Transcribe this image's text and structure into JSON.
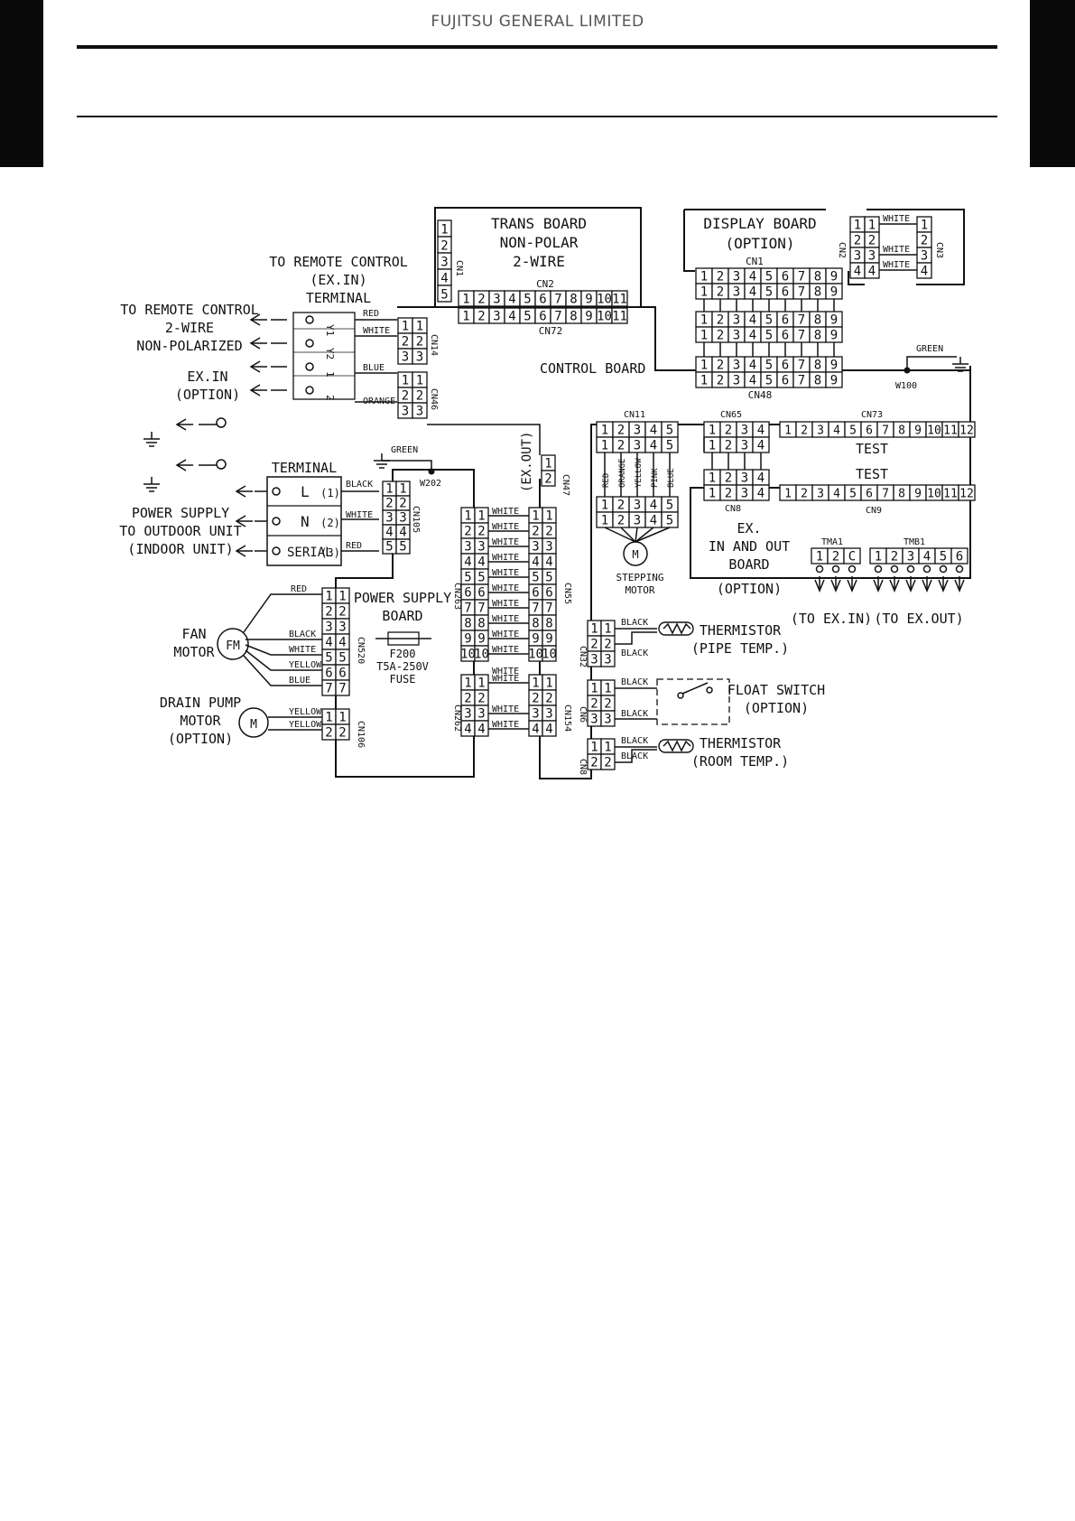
{
  "header": {
    "company": "FUJITSU GENERAL LIMITED"
  },
  "diagram": {
    "boards": {
      "trans": [
        "TRANS BOARD",
        "NON-POLAR",
        "2-WIRE"
      ],
      "display": [
        "DISPLAY BOARD",
        "(OPTION)"
      ],
      "control": "CONTROL BOARD",
      "power_supply": [
        "POWER SUPPLY",
        "BOARD"
      ],
      "exio": [
        "EX.",
        "IN AND OUT",
        "BOARD"
      ],
      "exio_option": "(OPTION)",
      "fuse": [
        "F200",
        "T5A-250V",
        "FUSE"
      ]
    },
    "labels": {
      "remote_terminal": [
        "TO REMOTE CONTROL",
        "(EX.IN)",
        "TERMINAL"
      ],
      "remote_2wire": [
        "TO REMOTE CONTROL",
        "2-WIRE",
        "NON-POLARIZED"
      ],
      "exin": [
        "EX.IN",
        "(OPTION)"
      ],
      "terminal": "TERMINAL",
      "power_supply": [
        "POWER SUPPLY",
        "TO OUTDOOR UNIT",
        "(INDOOR UNIT)"
      ],
      "fan_motor": [
        "FAN",
        "MOTOR"
      ],
      "fm": "FM",
      "drain_pump": [
        "DRAIN PUMP",
        "MOTOR",
        "(OPTION)"
      ],
      "motor_m": "M",
      "stepping_motor": [
        "STEPPING",
        "MOTOR"
      ],
      "thermistor_pipe": [
        "THERMISTOR",
        "(PIPE TEMP.)"
      ],
      "float_switch": [
        "FLOAT SWITCH",
        "(OPTION)"
      ],
      "thermistor_room": [
        "THERMISTOR",
        "(ROOM TEMP.)"
      ],
      "test1": "TEST",
      "test2": "TEST",
      "to_exin": "(TO EX.IN)",
      "to_exout": "(TO EX.OUT)",
      "exout_vertical": "(EX.OUT)",
      "terminal_pins": [
        "L",
        "N",
        "SERIAL"
      ],
      "terminal_nums": [
        "(1)",
        "(2)",
        "(3)"
      ],
      "y_pins": [
        "Y1",
        "Y2",
        "1",
        "2"
      ]
    },
    "wires": {
      "red": "RED",
      "white": "WHITE",
      "blue": "BLUE",
      "orange": "ORANGE",
      "black": "BLACK",
      "yellow": "YELLOW",
      "green": "GREEN",
      "pink": "PINK",
      "w100": "W100",
      "w202": "W202"
    },
    "connectors": {
      "cn1": "CN1",
      "cn2": "CN2",
      "cn3": "CN3",
      "cn8": "CN8",
      "cn9": "CN9",
      "cn11": "CN11",
      "cn14": "CN14",
      "cn46": "CN46",
      "cn47": "CN47",
      "cn48": "CN48",
      "cn55": "CN55",
      "cn65": "CN65",
      "cn72": "CN72",
      "cn73": "CN73",
      "cn105": "CN105",
      "cn106": "CN106",
      "cn32": "CN32",
      "cn154": "CN154",
      "cn262": "CN262",
      "cn263": "CN263",
      "cn520": "CN520",
      "cn6": "CN6",
      "cn8b": "CN8",
      "tma1": "TMA1",
      "tmb1": "TMB1",
      "tma_pins": [
        "1",
        "2",
        "C"
      ]
    }
  }
}
